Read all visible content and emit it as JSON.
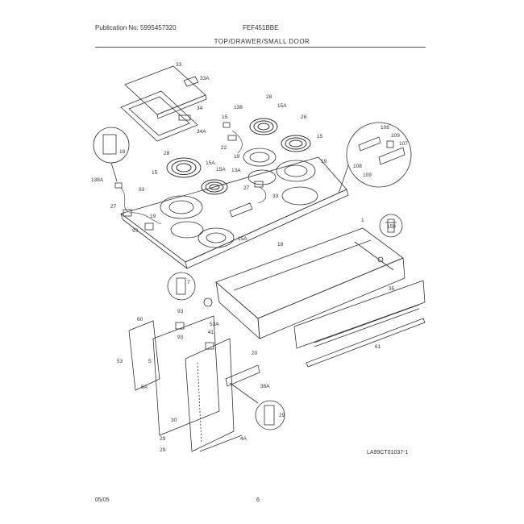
{
  "header": {
    "publication": "Publication No: 5995457320",
    "model": "FEF451BBE",
    "section_title": "TOP/DRAWER/SMALL DOOR"
  },
  "footer": {
    "date": "05/05",
    "page_number": "6",
    "diagram_code": "LA99CT01037-1"
  },
  "callouts": [
    "33",
    "33A",
    "34",
    "34A",
    "138",
    "15A",
    "28",
    "15",
    "26",
    "15",
    "19",
    "18",
    "28",
    "15A",
    "15",
    "19",
    "15A",
    "33",
    "22",
    "13A",
    "27",
    "138A",
    "93",
    "27",
    "93",
    "19",
    "15A",
    "18",
    "1",
    "159",
    "108",
    "109",
    "107",
    "108",
    "109",
    "35",
    "7",
    "60",
    "53",
    "93",
    "5",
    "93",
    "53A",
    "41",
    "20",
    "5A",
    "38A",
    "30",
    "29",
    "29",
    "61",
    "4A",
    "29"
  ]
}
